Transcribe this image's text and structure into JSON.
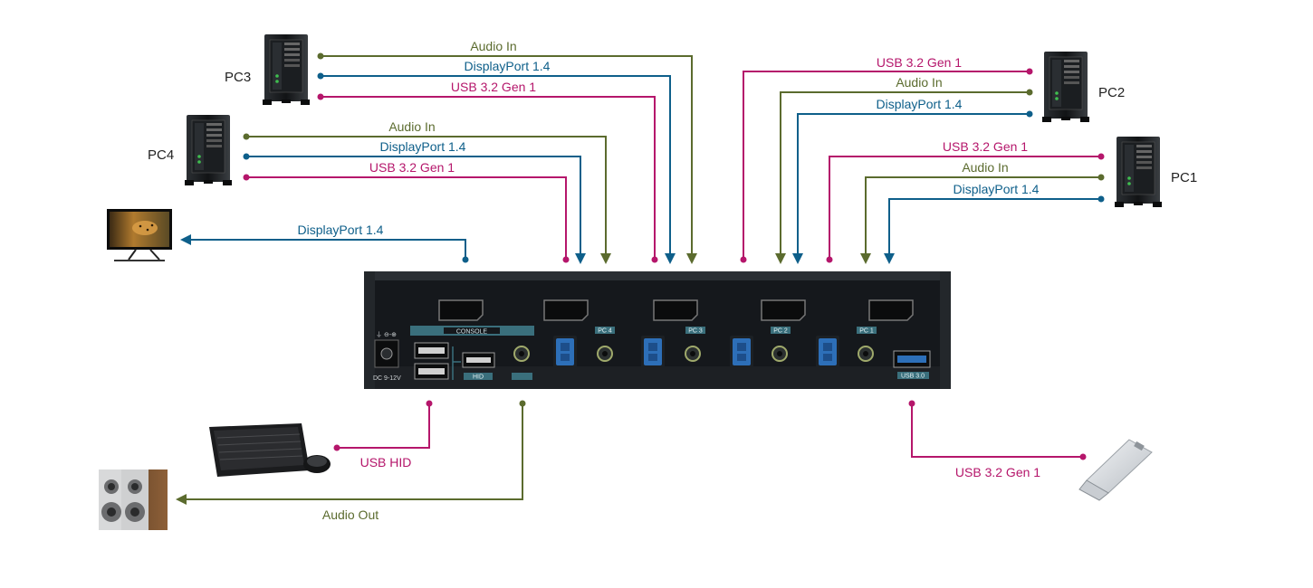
{
  "colors": {
    "usb": "#b5166b",
    "audio": "#5b6b2e",
    "displayport": "#0e5f8a",
    "device_body": "#15181c",
    "label_text_dark": "#222222"
  },
  "computers": {
    "pc3": "PC3",
    "pc4": "PC4",
    "pc2": "PC2",
    "pc1": "PC1"
  },
  "connections": {
    "pc3_audio": "Audio In",
    "pc3_dp": "DisplayPort 1.4",
    "pc3_usb": "USB 3.2 Gen 1",
    "pc4_audio": "Audio In",
    "pc4_dp": "DisplayPort 1.4",
    "pc4_usb": "USB 3.2 Gen 1",
    "pc2_usb": "USB 3.2 Gen 1",
    "pc2_audio": "Audio In",
    "pc2_dp": "DisplayPort 1.4",
    "pc1_usb": "USB 3.2 Gen 1",
    "pc1_audio": "Audio In",
    "pc1_dp": "DisplayPort 1.4",
    "monitor_dp": "DisplayPort 1.4",
    "keyboard_usb": "USB HID",
    "speaker_audio": "Audio Out",
    "flash_usb": "USB 3.2 Gen 1"
  },
  "device": {
    "console_label": "CONSOLE",
    "dc_label": "DC 9-12V",
    "hid_label": "HID",
    "pc4_port": "PC 4",
    "pc3_port": "PC 3",
    "pc2_port": "PC 2",
    "pc1_port": "PC 1",
    "usb_port": "USB 3.0"
  },
  "icons": [
    "tower-pc-icon",
    "monitor-icon",
    "keyboard-mouse-icon",
    "speaker-icon",
    "usb-flash-drive-icon"
  ]
}
